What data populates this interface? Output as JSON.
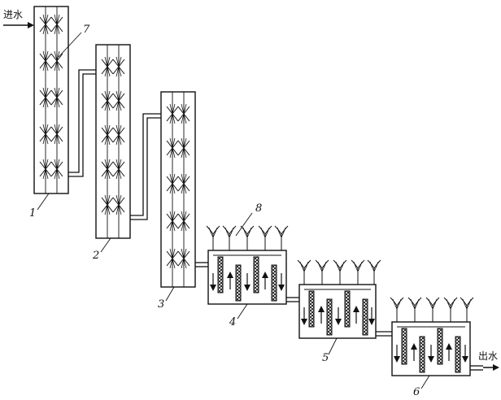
{
  "labels": {
    "inlet": "进水",
    "outlet": "出水",
    "n1": "1",
    "n2": "2",
    "n3": "3",
    "n4": "4",
    "n5": "5",
    "n6": "6",
    "n7": "7",
    "n8": "8"
  }
}
